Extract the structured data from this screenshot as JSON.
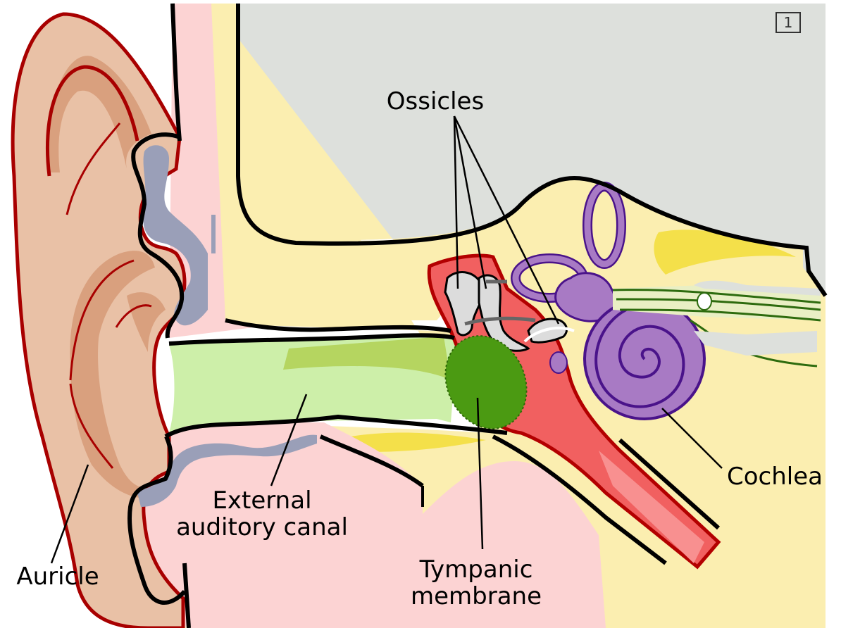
{
  "figure": {
    "badge": "1"
  },
  "labels": {
    "ossicles": "Ossicles",
    "cochlea": "Cochlea",
    "external_canal_line1": "External",
    "external_canal_line2": "auditory canal",
    "tympanic_line1": "Tympanic",
    "tympanic_line2": "membrane",
    "auricle": "Auricle"
  },
  "colors": {
    "skull_bone": "#dde0dc",
    "temporal_bone": "#fbeeb0",
    "skin": "#fcd3d3",
    "auricle": "#e9c1a6",
    "auricle_shade": "#d9a07e",
    "auricle_outline": "#a80000",
    "cartilage": "#9a9fb8",
    "canal": "#cdefa9",
    "canal_shade": "#b5d560",
    "tympanic_membrane": "#4b9a12",
    "eustachian_tube": "#f16060",
    "eustachian_outline": "#b30000",
    "ossicles": "#dcdcdc",
    "inner_ear": "#a87ac4",
    "inner_ear_outline": "#4a138a",
    "nerve": "#2d6b0e",
    "bone_marrow": "#f4e04a"
  }
}
